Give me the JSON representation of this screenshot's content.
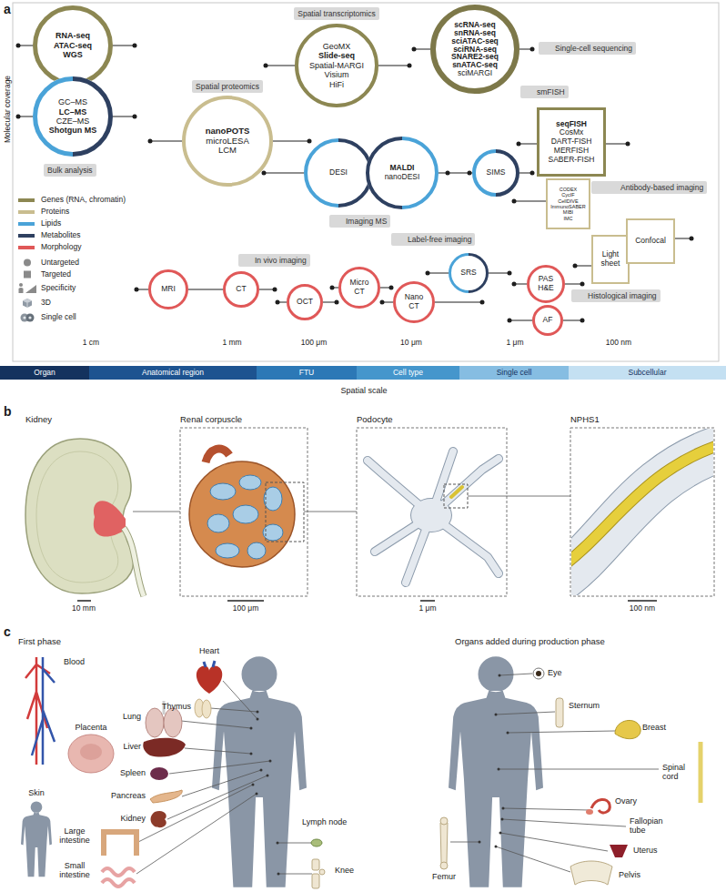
{
  "diagram": {
    "nodes": [
      {
        "text": [
          "RNA-seq",
          "ATAC-seq",
          "WGS"
        ]
      },
      {
        "text": [
          "GC–MS",
          "LC–MS",
          "CZE–MS",
          "Shotgun MS"
        ]
      },
      {
        "text": [
          "Bulk analysis"
        ]
      },
      {
        "text": [
          "Spatial transcriptomics"
        ]
      },
      {
        "text": [
          "GeoMX",
          "Slide-seq",
          "Spatial-MARGI",
          "Visium",
          "HiFi"
        ]
      },
      {
        "text": [
          "scRNA-seq",
          "snRNA-seq",
          "sciATAC-seq",
          "sciRNA-seq",
          "SNARE2-seq",
          "snATAC-seq",
          "sciMARGI"
        ]
      },
      {
        "text": [
          "Single-cell sequencing"
        ]
      },
      {
        "text": [
          "Spatial proteomics"
        ]
      },
      {
        "text": [
          "nanoPOTS",
          "microLESA",
          "LCM"
        ]
      },
      {
        "text": [
          "smFISH"
        ]
      },
      {
        "text": [
          "seqFISH",
          "CosMx",
          "DART-FISH",
          "MERFISH",
          "SABER-FISH"
        ]
      },
      {
        "text": [
          "DESI"
        ]
      },
      {
        "text": [
          "MALDI",
          "nanoDESI"
        ]
      },
      {
        "text": [
          "SIMS"
        ]
      },
      {
        "text": [
          "CODEX",
          "CycIF",
          "CellDIVE",
          "ImmunoSABER",
          "MIBI",
          "IMC"
        ]
      },
      {
        "text": [
          "Antibody-based imaging"
        ]
      },
      {
        "text": [
          "Imaging MS"
        ]
      },
      {
        "text": [
          "Label-free imaging"
        ]
      },
      {
        "text": [
          "Light sheet"
        ]
      },
      {
        "text": [
          "Confocal"
        ]
      },
      {
        "text": [
          "SRS"
        ]
      },
      {
        "text": [
          "In vivo imaging"
        ]
      },
      {
        "text": [
          "MRI"
        ]
      },
      {
        "text": [
          "CT"
        ]
      },
      {
        "text": [
          "OCT"
        ]
      },
      {
        "text": [
          "Micro CT"
        ]
      },
      {
        "text": [
          "Nano CT"
        ]
      },
      {
        "text": [
          "PAS",
          "H&E"
        ]
      },
      {
        "text": [
          "Histological imaging"
        ]
      },
      {
        "text": [
          "AF"
        ]
      },
      {
        "text": [
          "Organ"
        ]
      },
      {
        "text": [
          "Anatomical region"
        ]
      },
      {
        "text": [
          "FTU"
        ]
      },
      {
        "text": [
          "Cell type"
        ]
      },
      {
        "text": [
          "Single cell"
        ]
      },
      {
        "text": [
          "Subcellular"
        ]
      }
    ],
    "edges": [
      {
        "from": 22,
        "to": 23,
        "arrow": "none"
      }
    ],
    "labels": [
      "a",
      "Molecular coverage",
      "1 cm",
      "1 mm",
      "100 μm",
      "10 μm",
      "1 μm",
      "100 nm",
      "Spatial scale",
      "b",
      "Kidney",
      "Renal corpuscle",
      "Podocyte",
      "NPHS1",
      "10 mm",
      "100 μm",
      "1 μm",
      "100 nm",
      "c",
      "First phase",
      "Organs added during production phase",
      "Blood",
      "Placenta",
      "Skin",
      "Heart",
      "Thymus",
      "Lung",
      "Liver",
      "Spleen",
      "Pancreas",
      "Kidney",
      "Large intestine",
      "Small intestine",
      "Lymph node",
      "Knee",
      "Eye",
      "Sternum",
      "Breast",
      "Spinal cord",
      "Ovary",
      "Fallopian tube",
      "Uterus",
      "Pelvis",
      "Femur"
    ],
    "legend": [
      {
        "text": "Genes (RNA, chromatin)",
        "color": "#8c8752"
      },
      {
        "text": "Proteins",
        "color": "#c9bd8f"
      },
      {
        "text": "Lipids",
        "color": "#4aa3d8"
      },
      {
        "text": "Metabolites",
        "color": "#2e4060"
      },
      {
        "text": "Morphology",
        "color": "#e05858"
      },
      {
        "text": "Untargeted"
      },
      {
        "text": "Targeted"
      },
      {
        "text": "Specificity"
      },
      {
        "text": "3D"
      },
      {
        "text": "Single cell"
      }
    ]
  }
}
